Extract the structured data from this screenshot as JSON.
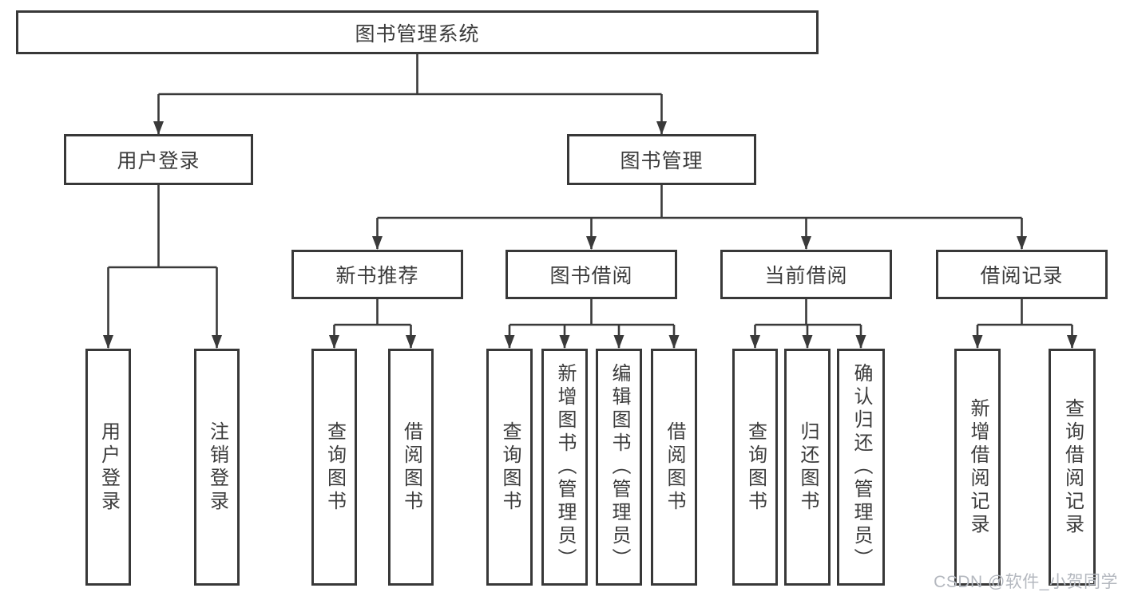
{
  "diagram": {
    "title": "图书管理系统",
    "tree": {
      "label": "图书管理系统",
      "children": [
        {
          "label": "用户登录",
          "children": [
            {
              "label": "用户登录"
            },
            {
              "label": "注销登录"
            }
          ]
        },
        {
          "label": "图书管理",
          "children": [
            {
              "label": "新书推荐",
              "children": [
                {
                  "label": "查询图书"
                },
                {
                  "label": "借阅图书"
                }
              ]
            },
            {
              "label": "图书借阅",
              "children": [
                {
                  "label": "查询图书"
                },
                {
                  "label": "新增图书（管理员）"
                },
                {
                  "label": "编辑图书（管理员）"
                },
                {
                  "label": "借阅图书"
                }
              ]
            },
            {
              "label": "当前借阅",
              "children": [
                {
                  "label": "查询图书"
                },
                {
                  "label": "归还图书"
                },
                {
                  "label": "确认归还（管理员）"
                }
              ]
            },
            {
              "label": "借阅记录",
              "children": [
                {
                  "label": "新增借阅记录"
                },
                {
                  "label": "查询借阅记录"
                }
              ]
            }
          ]
        }
      ]
    },
    "colors": {
      "line": "#3a3a3a",
      "box_border": "#383838",
      "text": "#3c3c3c",
      "background": "#ffffff",
      "watermark": "#b4b8bf"
    }
  },
  "watermark": {
    "text": "CSDN @软件_小贺同学"
  }
}
